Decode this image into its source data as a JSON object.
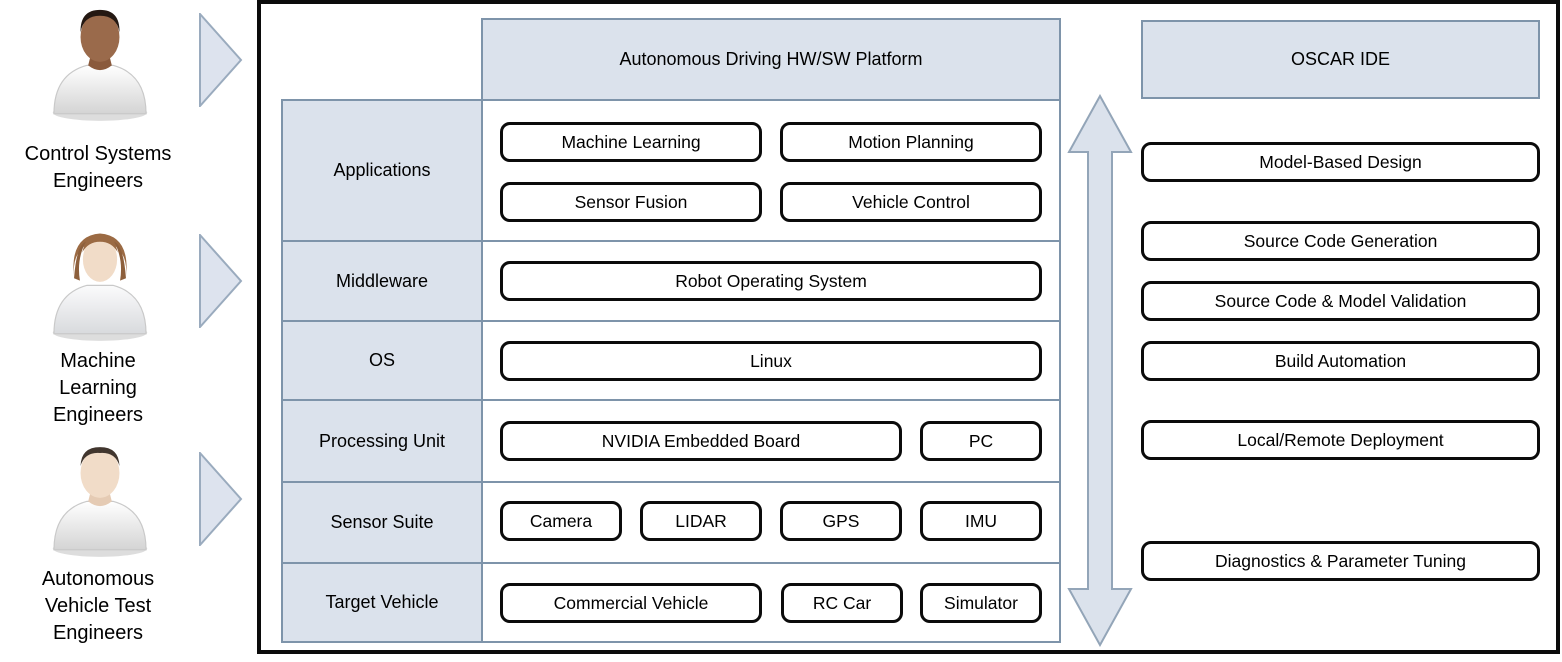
{
  "personas": [
    {
      "label": "Control Systems\nEngineers"
    },
    {
      "label": "Machine\nLearning\nEngineers"
    },
    {
      "label": "Autonomous\nVehicle Test\nEngineers"
    }
  ],
  "platform": {
    "title": "Autonomous Driving HW/SW Platform",
    "rows": [
      {
        "label": "Applications",
        "items": [
          "Machine Learning",
          "Motion Planning",
          "Sensor Fusion",
          "Vehicle Control"
        ]
      },
      {
        "label": "Middleware",
        "items": [
          "Robot Operating System"
        ]
      },
      {
        "label": "OS",
        "items": [
          "Linux"
        ]
      },
      {
        "label": "Processing Unit",
        "items": [
          "NVIDIA Embedded Board",
          "PC"
        ]
      },
      {
        "label": "Sensor Suite",
        "items": [
          "Camera",
          "LIDAR",
          "GPS",
          "IMU"
        ]
      },
      {
        "label": "Target Vehicle",
        "items": [
          "Commercial Vehicle",
          "RC Car",
          "Simulator"
        ]
      }
    ]
  },
  "ide": {
    "title": "OSCAR IDE",
    "features": [
      "Model-Based Design",
      "Source Code Generation",
      "Source Code & Model Validation",
      "Build Automation",
      "Local/Remote Deployment",
      "Diagnostics & Parameter Tuning"
    ]
  },
  "colors": {
    "panel_fill": "#dbe2ec",
    "panel_border": "#7e94aa",
    "box_border": "#0b0b0b",
    "arrow_fill": "#dbe2ec",
    "arrow_stroke": "#93a5b8"
  }
}
